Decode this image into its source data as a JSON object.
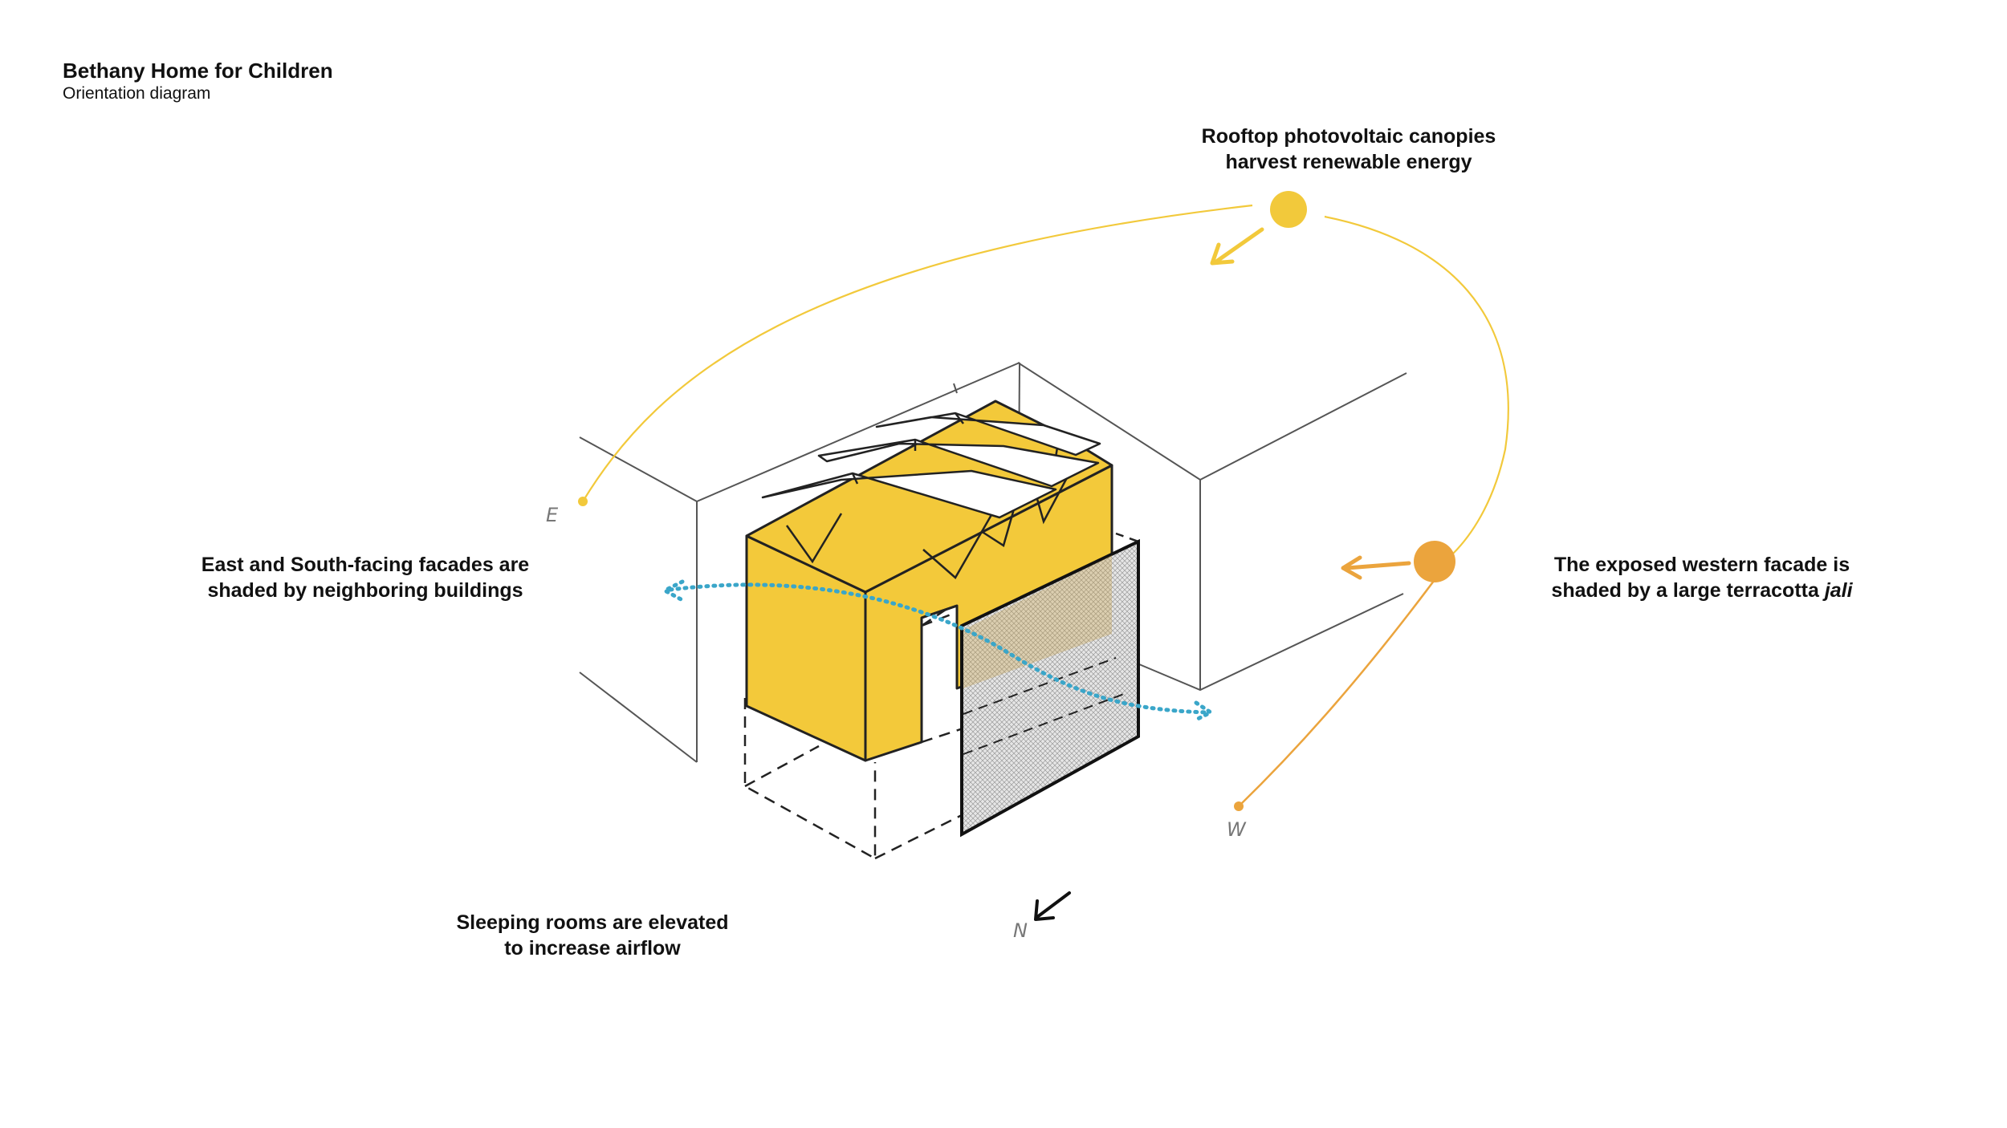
{
  "header": {
    "title": "Bethany Home for Children",
    "subtitle": "Orientation diagram"
  },
  "annotations": {
    "pv": [
      "Rooftop photovoltaic canopies",
      "harvest renewable energy"
    ],
    "east_south": [
      "East and South-facing facades are",
      "shaded by neighboring buildings"
    ],
    "west": {
      "line1": "The exposed western facade is",
      "line2_prefix": "shaded by a large terracotta ",
      "line2_emph": "jali"
    },
    "sleeping": [
      "Sleeping rooms are elevated",
      "to increase airflow"
    ]
  },
  "compass": {
    "east": "E",
    "west": "W",
    "north": "N"
  },
  "colors": {
    "building_yellow": "#f3c93a",
    "sun_morning": "#f2c93b",
    "sun_evening": "#eba43d",
    "airflow": "#3aa6c9",
    "line": "#444444",
    "jali_fill": "#d9d9d9"
  }
}
